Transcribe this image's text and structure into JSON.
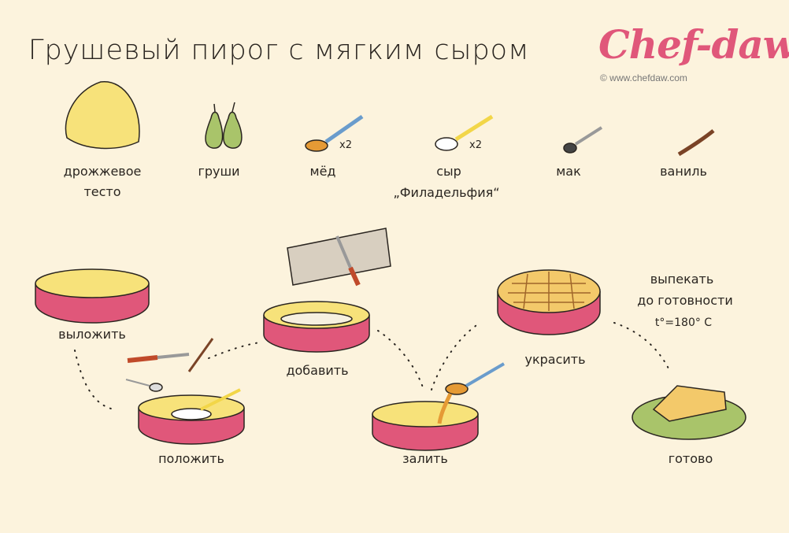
{
  "title": "Грушевый пирог с мягким сыром",
  "logo": {
    "brand": "Chef-daw",
    "copyright": "© www.chefdaw.com"
  },
  "colors": {
    "background": "#fcf3dd",
    "pan": "#e0577a",
    "brand": "#e0577a"
  },
  "ingredients": [
    {
      "label_line1": "дрожжевое",
      "label_line2": "тесто"
    },
    {
      "label_line1": "груши"
    },
    {
      "label_line1": "мёд",
      "qty": "x2"
    },
    {
      "label_line1": "сыр",
      "label_line2": "„Филадельфия“",
      "qty": "x2"
    },
    {
      "label_line1": "мак"
    },
    {
      "label_line1": "ваниль"
    }
  ],
  "steps": [
    {
      "label": "выложить"
    },
    {
      "label": "положить"
    },
    {
      "label": "добавить"
    },
    {
      "label": "залить"
    },
    {
      "label": "украсить"
    },
    {
      "label": "готово"
    }
  ],
  "bake": {
    "line1": "выпекать",
    "line2": "до готовности",
    "temp": "t°=180° C"
  }
}
